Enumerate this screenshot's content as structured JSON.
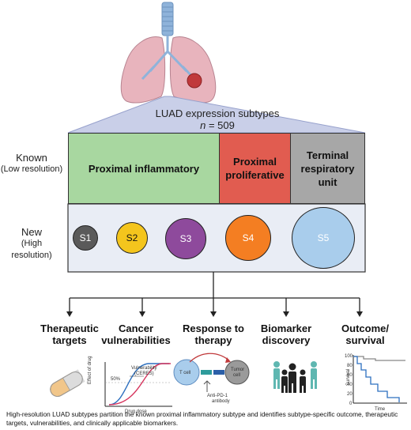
{
  "title": {
    "line1": "LUAD expression subtypes",
    "n_label": "n",
    "n_value": "= 509"
  },
  "rows": {
    "known": {
      "label": "Known",
      "sub": "(Low resolution)"
    },
    "new": {
      "label": "New",
      "sub": "(High resolution)"
    }
  },
  "known_subtypes": [
    {
      "label": "Proximal inflammatory",
      "color": "#a8d7a0"
    },
    {
      "label_line1": "Proximal",
      "label_line2": "proliferative",
      "color": "#e15c50"
    },
    {
      "label_line1": "Terminal",
      "label_line2": "respiratory",
      "label_line3": "unit",
      "color": "#a7a7a7"
    }
  ],
  "new_subtypes": [
    {
      "label": "S1",
      "color": "#5a5a5a"
    },
    {
      "label": "S2",
      "color": "#f4c51d"
    },
    {
      "label": "S3",
      "color": "#8e4a9c"
    },
    {
      "label": "S4",
      "color": "#f47e22"
    },
    {
      "label": "S5",
      "color": "#a9cdec"
    }
  ],
  "outcomes": [
    {
      "line1": "Therapeutic",
      "line2": "targets"
    },
    {
      "line1": "Cancer",
      "line2": "vulnerabilities"
    },
    {
      "line1": "Response to",
      "line2": "therapy"
    },
    {
      "line1": "Biomarker",
      "line2": "discovery"
    },
    {
      "line1": "Outcome/",
      "line2": "survival"
    }
  ],
  "icons": {
    "pill": "pill-icon",
    "dose_curve": {
      "ylabel": "Effect of drug",
      "xlabel": "Drug dose",
      "tick": "50%",
      "annotation1": "Vulnerability",
      "annotation2": "(CERES)"
    },
    "tcell": {
      "tcell": "T cell",
      "tumor1": "Tumor",
      "tumor2": "cell",
      "antibody1": "Anti-PD-1",
      "antibody2": "antibody"
    },
    "people": "people-icon",
    "survival": {
      "ylabel": "Survival",
      "xlabel": "Time",
      "ticks": [
        "100",
        "80",
        "60",
        "40",
        "20",
        "0"
      ]
    }
  },
  "caption": "High-resolution LUAD subtypes partition the known proximal inflammatory subtype and identifies subtype-specific outcome, therapeutic targets, vulnerabilities, and clinically applicable biomarkers.",
  "colors": {
    "trapezoid": "#c9cfe8",
    "new_row_bg": "#e9edf5",
    "trachea": "#8fb3da",
    "lung": "#e8b4bd",
    "tumor": "#c0393b"
  }
}
